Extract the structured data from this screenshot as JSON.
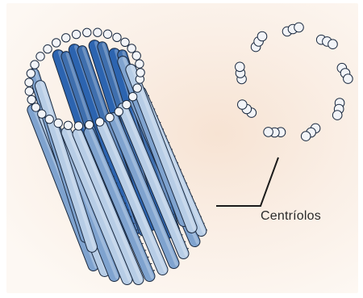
{
  "figure": {
    "label": "Centríolos",
    "colors": {
      "tube_light": "#b7cde6",
      "tube_mid": "#7fa3cf",
      "tube_dark": "#3f6fae",
      "tube_inner": "#2c64b0",
      "tube_end": "#f2f4f8",
      "outline": "#1b2a40",
      "background": "#f7e3d3"
    },
    "icons": [
      "centriole-cylinder",
      "centriole-cross-section-ring"
    ]
  }
}
